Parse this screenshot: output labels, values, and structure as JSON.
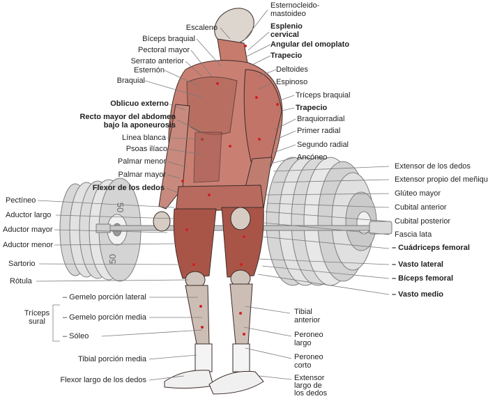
{
  "colors": {
    "ink": "#2b2b2b",
    "muscle": "#b86a5e",
    "muscle_dark": "#8a3f36",
    "skin": "#d9d2cb",
    "plate": "#cfcfcf",
    "plate_dark": "#8e8e8e",
    "leader": "#7a7a7a",
    "marker": "#d21f1f"
  },
  "labels": {
    "esternocleido": "Esternocleido-\nmastoideo",
    "escaleno": "Escaleno",
    "esplenio": "Esplenio\ncervical",
    "biceps_braquial": "Bíceps braquial",
    "angular": "Angular del omoplato",
    "pectoral": "Pectoral mayor",
    "trapecio_1": "Trapecio",
    "serrato": "Serrato anterior",
    "deltoides": "Deltoides",
    "esternon": "Esternón",
    "braquial": "Braquial",
    "espinoso": "Espinoso",
    "triceps_braquial": "Tríceps braquial",
    "oblicuo": "Oblicuo externo",
    "trapecio_2": "Trapecio",
    "recto": "Recto mayor del abdomen\nbajo la aponeurosis",
    "braquiorradial": "Braquiorradial",
    "primer_radial": "Primer radial",
    "linea_blanca": "Línea blanca",
    "segundo_radial": "Segundo radial",
    "psoas": "Psoas ilíaco",
    "anconeo": "Ancóneo",
    "palmar_menor": "Palmar menor",
    "extensor_dedos": "Extensor de los dedos",
    "palmar_mayor": "Palmar mayor",
    "extensor_propio": "Extensor propio del meñique",
    "flexor_dedos": "Flexor de los dedos",
    "gluteo": "Glúteo mayor",
    "pectineo": "Pectíneo",
    "aductor_largo": "Aductor largo",
    "cubital_anterior": "Cubital anterior",
    "aductor_mayor": "Aductor mayor",
    "cubital_posterior": "Cubital posterior",
    "fascia_lata": "Fascia lata",
    "aductor_menor": "Aductor menor",
    "cuadriceps": "– Cuádriceps femoral",
    "sartorio": "Sartorio",
    "vasto_lateral": "– Vasto lateral",
    "rotula": "Rótula",
    "biceps_femoral": "– Bíceps femoral",
    "vasto_medio": "– Vasto medio",
    "gemelo_lateral": "– Gemelo porción lateral",
    "triceps_sural": "Tríceps\nsural",
    "tibial_anterior": "Tibial\nanterior",
    "gemelo_media": "– Gemelo porción media",
    "soleo": "– Sóleo",
    "peroneo_largo": "Peroneo\nlargo",
    "tibial_media": "Tibial porción media",
    "peroneo_corto": "Peroneo\ncorto",
    "flexor_largo": "Flexor largo de los dedos",
    "extensor_largo": "Extensor\nlargo de\nlos dedos"
  },
  "plate_text": {
    "top": "50",
    "bottom": "50"
  }
}
